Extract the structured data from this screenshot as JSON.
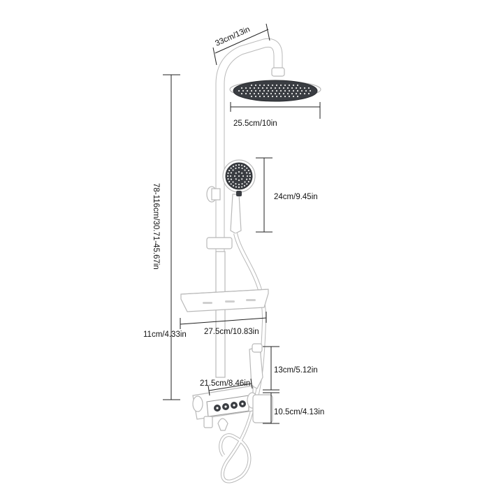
{
  "dimensions": {
    "overhead_arm": "33cm/13in",
    "head_diameter": "25.5cm/10in",
    "hand_shower": "24cm/9.45in",
    "total_height": "78-116cm/30.71-45.67in",
    "shelf_depth": "11cm/4.33in",
    "shelf_width": "27.5cm/10.83in",
    "spout_height": "13cm/5.12in",
    "mixer_width": "21.5cm/8.46in",
    "mixer_height": "10.5cm/4.13in"
  },
  "colors": {
    "fixture": "#ffffff",
    "fixture_outline": "#b9b9b9",
    "shower_face": "#3a3d42",
    "nozzle": "#e8e8e8",
    "dimension_line": "#222222"
  },
  "icons": {
    "rain_head": "round-rain-shower-head",
    "hand_shower": "handheld-shower-head",
    "mixer_buttons": "four-round-push-buttons"
  }
}
